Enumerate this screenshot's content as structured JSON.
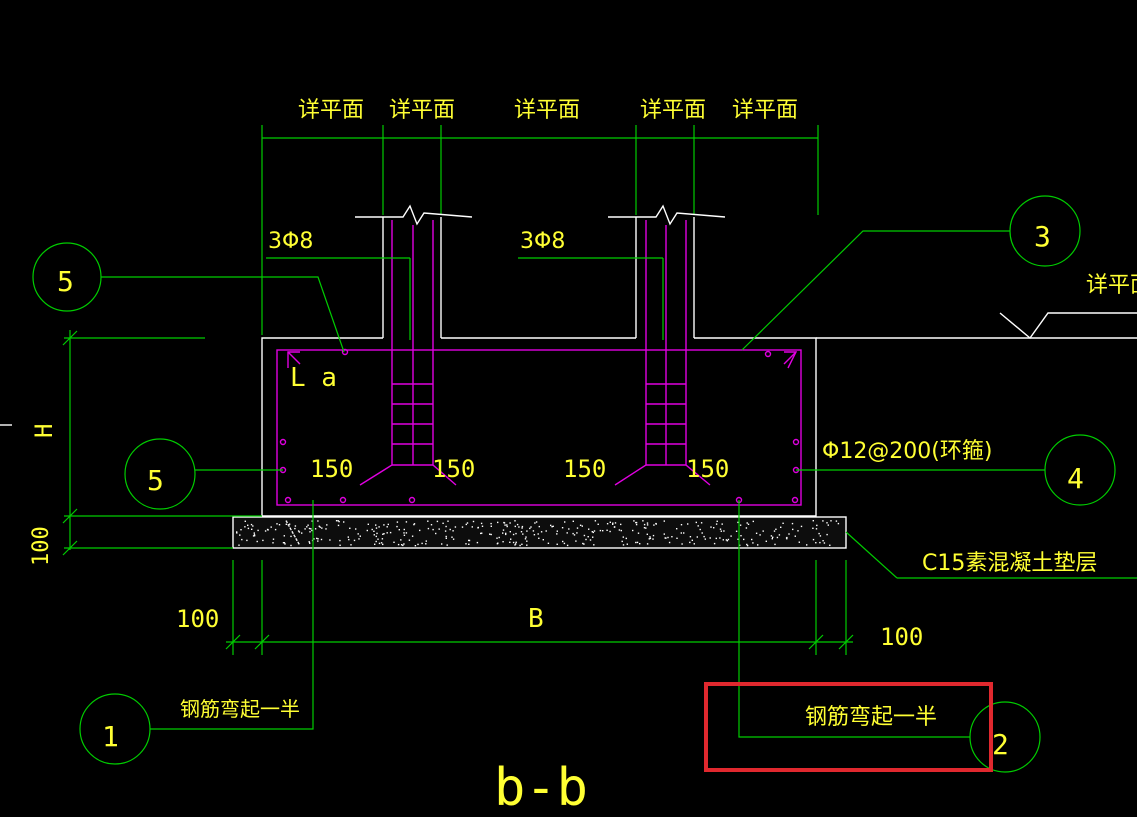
{
  "drawing": {
    "section_title": "b-b",
    "dimension_labels": [
      "详平面",
      "详平面",
      "详平面",
      "详平面",
      "详平面"
    ],
    "right_level_label": "详平面",
    "column_rebar_left": "3Φ8",
    "column_rebar_right": "3Φ8",
    "anchorage_label": "L a",
    "offset_labels": [
      "150",
      "150",
      "150",
      "150"
    ],
    "stirrup_label": "Φ12@200(环箍)",
    "bedding_label": "C15素混凝土垫层",
    "height_label": "H",
    "bedding_thickness": "100",
    "width_label": "B",
    "left_margin": "100",
    "right_margin": "100",
    "bend_note_left": "钢筋弯起一半",
    "bend_note_right": "钢筋弯起一半",
    "callouts": [
      "1",
      "2",
      "3",
      "4",
      "5",
      "5"
    ]
  },
  "colors": {
    "background": "#000000",
    "dimension": "#00cc00",
    "text": "#ffff33",
    "outline": "#ffffff",
    "rebar": "#e000e0",
    "highlight": "#e0282e"
  }
}
